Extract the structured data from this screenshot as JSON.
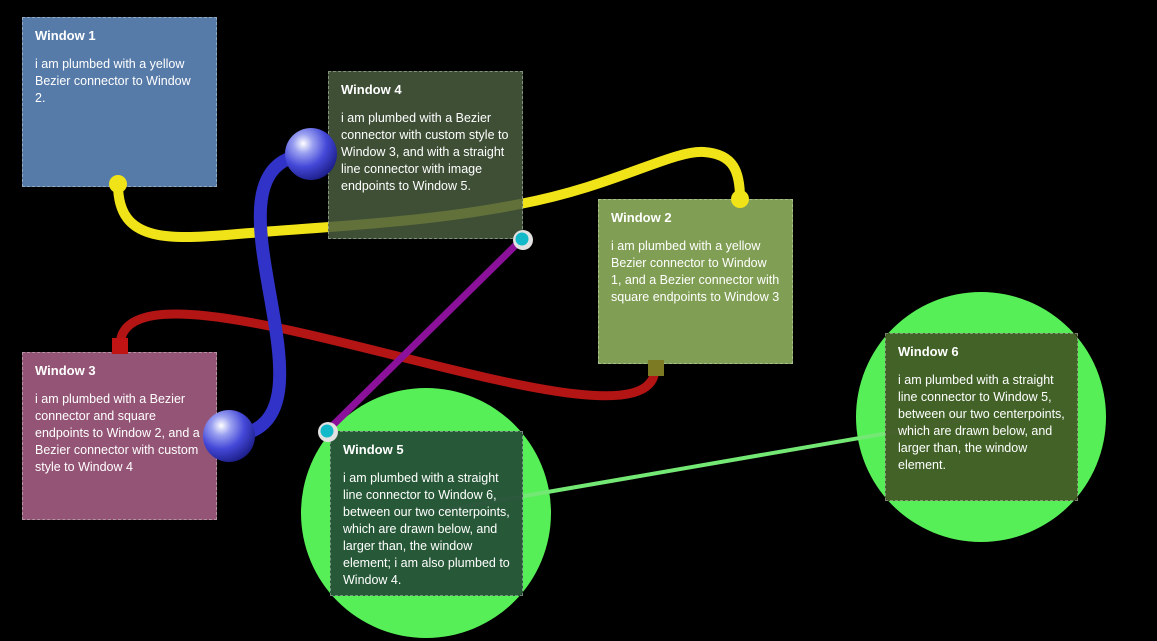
{
  "page": {
    "background": "#000000"
  },
  "windows": [
    {
      "title": "Window 1",
      "body": "i am plumbed with a yellow Bezier connector to Window 2.",
      "color": "#5578a5"
    },
    {
      "title": "Window 2",
      "body": "i am plumbed with a yellow Bezier connector to Window 1, and a Bezier connector with square endpoints to Window 3",
      "color": "#7d9b52"
    },
    {
      "title": "Window 3",
      "body": "i am plumbed with a Bezier connector and square endpoints to Window 2, and a Bezier connector with custom style to Window 4",
      "color": "#905272"
    },
    {
      "title": "Window 4",
      "body": "i am plumbed with a Bezier connector with custom style to Window 3, and with a straight line connector with image endpoints to Window 5.",
      "color": "#3a4a32"
    },
    {
      "title": "Window 5",
      "body": "i am plumbed with a straight line connector to Window 6, between our two centerpoints, which are drawn below, and larger than, the window element; i am also plumbed to Window 4.",
      "color": "#26473c"
    },
    {
      "title": "Window 6",
      "body": "i am plumbed with a straight line connector to Window 5, between our two centerpoints, which are drawn below, and larger than, the window element.",
      "color": "#3c4a22"
    }
  ],
  "connectors": {
    "yellow_bezier": {
      "color": "#f0e418"
    },
    "red_bezier": {
      "color": "#b31414"
    },
    "blue_custom": {
      "color": "#3032c8"
    },
    "purple_straight": {
      "color": "#8b119b"
    },
    "green_straight": {
      "color": "#74e874"
    }
  },
  "endpoints": {
    "yellow_dot": {
      "color": "#f0e418"
    },
    "red_square": {
      "color": "#c01414"
    },
    "olive_square": {
      "color": "#7d7a24"
    },
    "blue_sphere": {
      "color": "#3539cf"
    },
    "cyan_dot": {
      "color": "#12b9c9",
      "ring": "#e2e2e2"
    },
    "green_circle": {
      "color": "#57ef57"
    }
  }
}
